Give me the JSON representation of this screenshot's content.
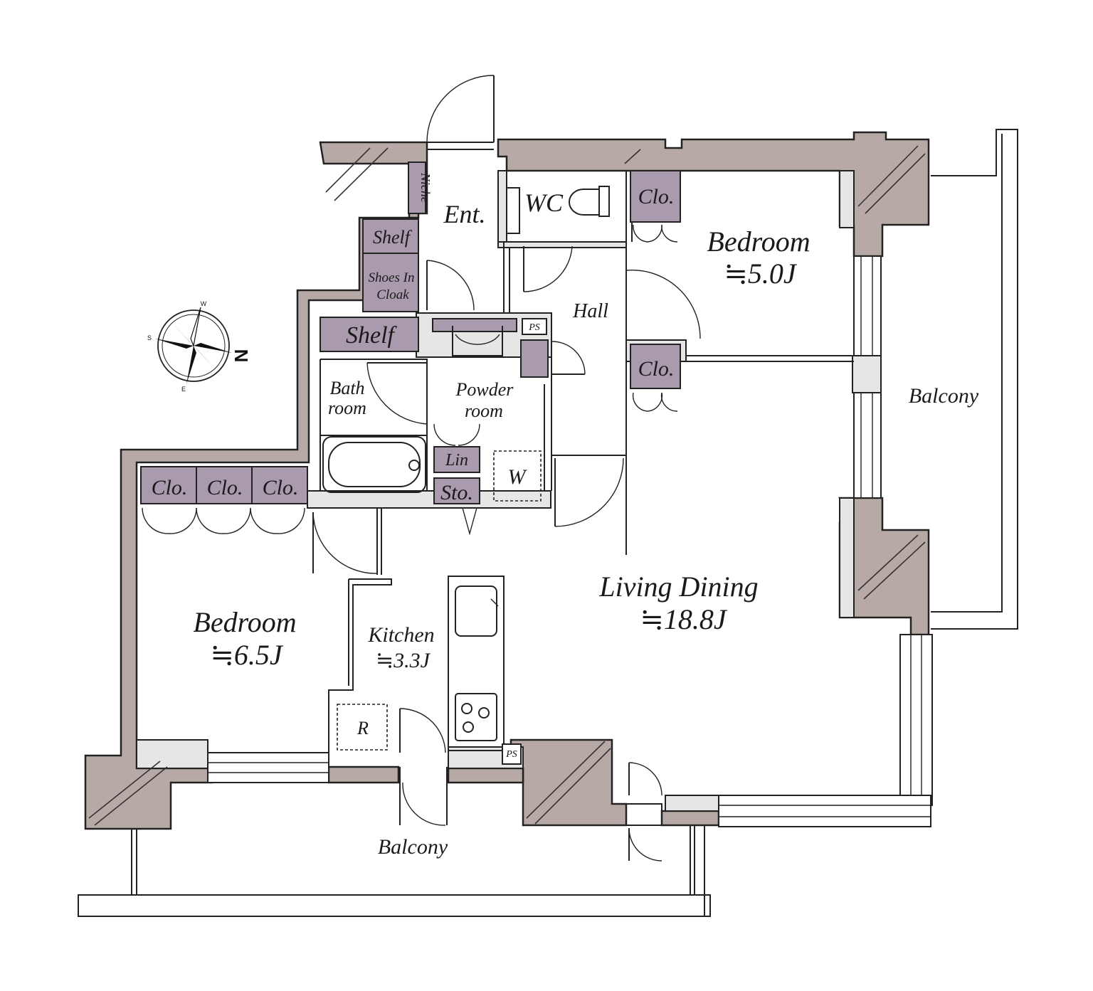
{
  "rooms": {
    "bedroom_right": {
      "name": "Bedroom",
      "area": "≒5.0J"
    },
    "bedroom_left": {
      "name": "Bedroom",
      "area": "≒6.5J"
    },
    "living": {
      "name": "Living Dining",
      "area": "≒18.8J"
    },
    "kitchen": {
      "name": "Kitchen",
      "area": "≒3.3J"
    },
    "entrance": "Ent.",
    "wc": "WC",
    "hall": "Hall",
    "bath_line1": "Bath",
    "bath_line2": "room",
    "powder_line1": "Powder",
    "powder_line2": "room",
    "balcony_right": "Balcony",
    "balcony_bottom": "Balcony"
  },
  "storage": {
    "niche": "Niche",
    "shelf_small": "Shelf",
    "shoes_line1": "Shoes In",
    "shoes_line2": "Cloak",
    "shelf_large": "Shelf",
    "clo_top": "Clo.",
    "clo_mid": "Clo.",
    "clo_left": [
      "Clo.",
      "Clo.",
      "Clo."
    ],
    "linen": "Lin",
    "storage": "Sto."
  },
  "fixtures": {
    "pipe_space_top": "PS",
    "pipe_space_bottom": "PS",
    "washer": "W",
    "refrigerator": "R"
  },
  "compass": {
    "north": "N",
    "south": "S",
    "east": "E",
    "west": "W"
  },
  "colors": {
    "wall": "#b7aaa6",
    "storage": "#a99aae",
    "inner_wall": "#e6e6e6"
  }
}
